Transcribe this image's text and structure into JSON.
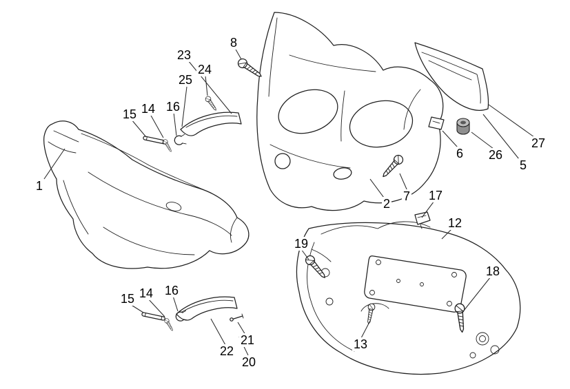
{
  "page": {
    "background": "#ffffff",
    "line_color": "#1f1f1f"
  },
  "callouts": [
    {
      "part": "front-handlebar-cover",
      "label": "1"
    },
    {
      "part": "screw-front-cover",
      "label": "8"
    },
    {
      "part": "small-cover-top-group",
      "label": "23"
    },
    {
      "part": "small-screw-top",
      "label": "24"
    },
    {
      "part": "small-cover-top-plate",
      "label": "25"
    },
    {
      "part": "rod-top",
      "label": "15"
    },
    {
      "part": "pin-top",
      "label": "14"
    },
    {
      "part": "clip-top",
      "label": "16"
    },
    {
      "part": "inner-frame",
      "label": "2"
    },
    {
      "part": "screw-inner-frame",
      "label": "7"
    },
    {
      "part": "clip-windshield",
      "label": "6"
    },
    {
      "part": "grommet",
      "label": "26"
    },
    {
      "part": "windshield-trim",
      "label": "27"
    },
    {
      "part": "windshield",
      "label": "5"
    },
    {
      "part": "clip-rear-cover",
      "label": "17"
    },
    {
      "part": "rear-handlebar-cover",
      "label": "12"
    },
    {
      "part": "screw-rear-left",
      "label": "19"
    },
    {
      "part": "screw-rear-right",
      "label": "18"
    },
    {
      "part": "screw-rear-center",
      "label": "13"
    },
    {
      "part": "rod-bottom",
      "label": "15"
    },
    {
      "part": "pin-bottom",
      "label": "14"
    },
    {
      "part": "clip-bottom",
      "label": "16"
    },
    {
      "part": "small-cover-bottom-plate",
      "label": "22"
    },
    {
      "part": "pin-small-cover",
      "label": "21"
    },
    {
      "part": "small-cover-bottom-group",
      "label": "20"
    }
  ]
}
